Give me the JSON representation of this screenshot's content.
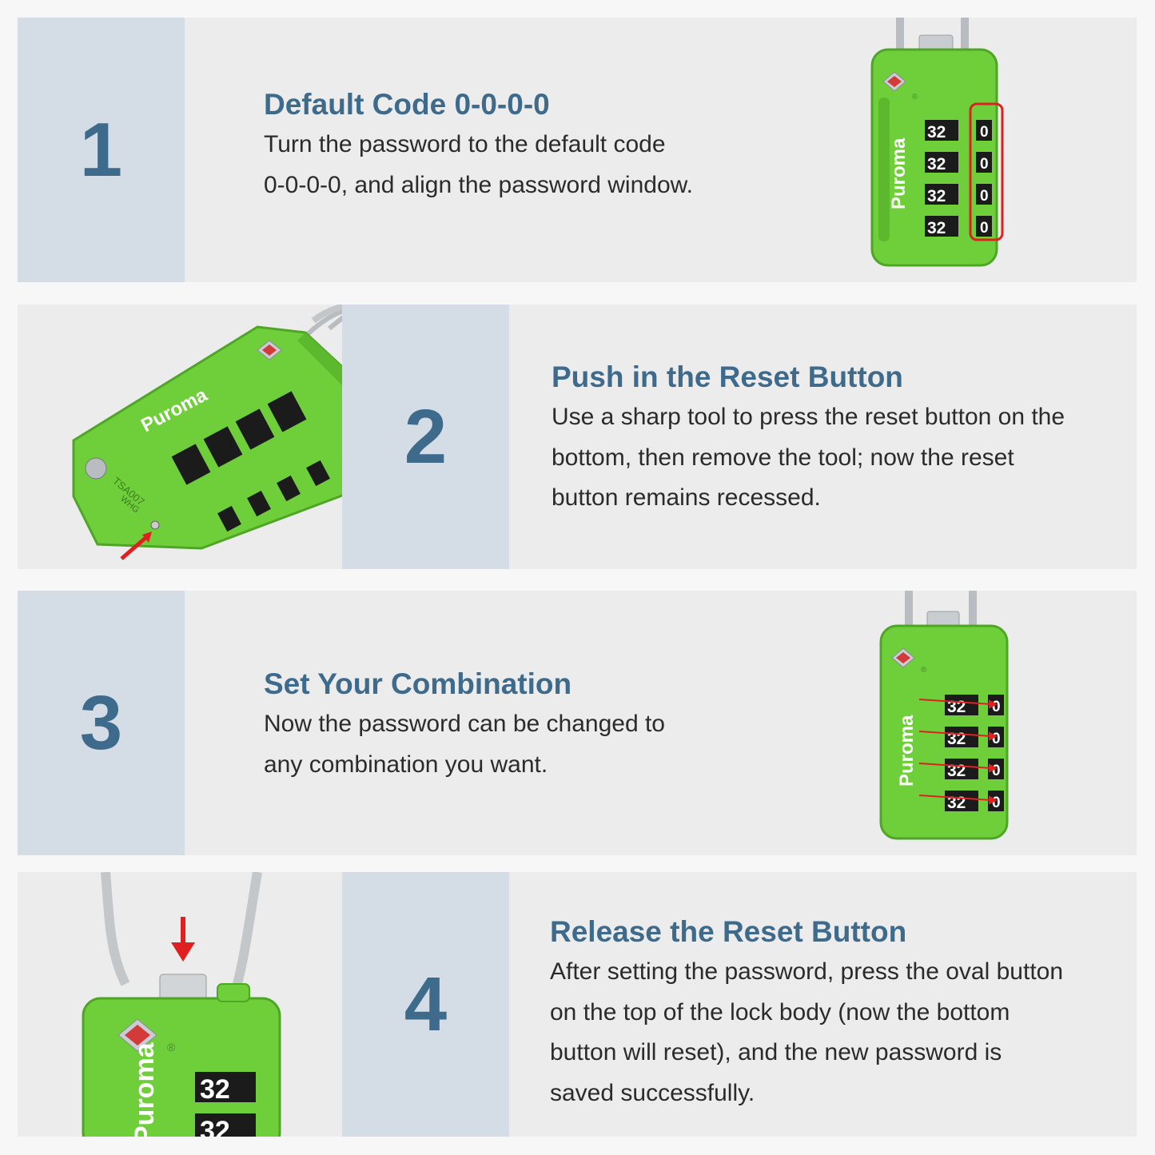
{
  "colors": {
    "accent": "#3e6b8c",
    "number_column": "#d4dde5",
    "panel_bg": "#ececec",
    "lock_green": "#6fcf3a",
    "highlight_red": "#e02020"
  },
  "lock": {
    "brand": "Puroma",
    "dial_digits": "32",
    "window_digit": "0",
    "engraving_line1": "TSA007",
    "engraving_line2": "WHG"
  },
  "steps": [
    {
      "number": "1",
      "title": "Default Code 0-0-0-0",
      "body_lines": [
        "Turn the password to the default code",
        "0-0-0-0, and align the password window."
      ]
    },
    {
      "number": "2",
      "title": "Push in the Reset Button",
      "body_lines": [
        "Use a sharp tool to press the reset button on the",
        "bottom, then remove the tool; now the reset",
        "button remains recessed."
      ]
    },
    {
      "number": "3",
      "title": "Set Your Combination",
      "body_lines": [
        "Now the password can be changed to",
        "any combination you want."
      ]
    },
    {
      "number": "4",
      "title": "Release the Reset Button",
      "body_lines": [
        "After setting the password, press the oval button",
        "on the top of the lock body (now the bottom",
        "button will reset), and the new password is",
        "saved successfully."
      ]
    }
  ]
}
